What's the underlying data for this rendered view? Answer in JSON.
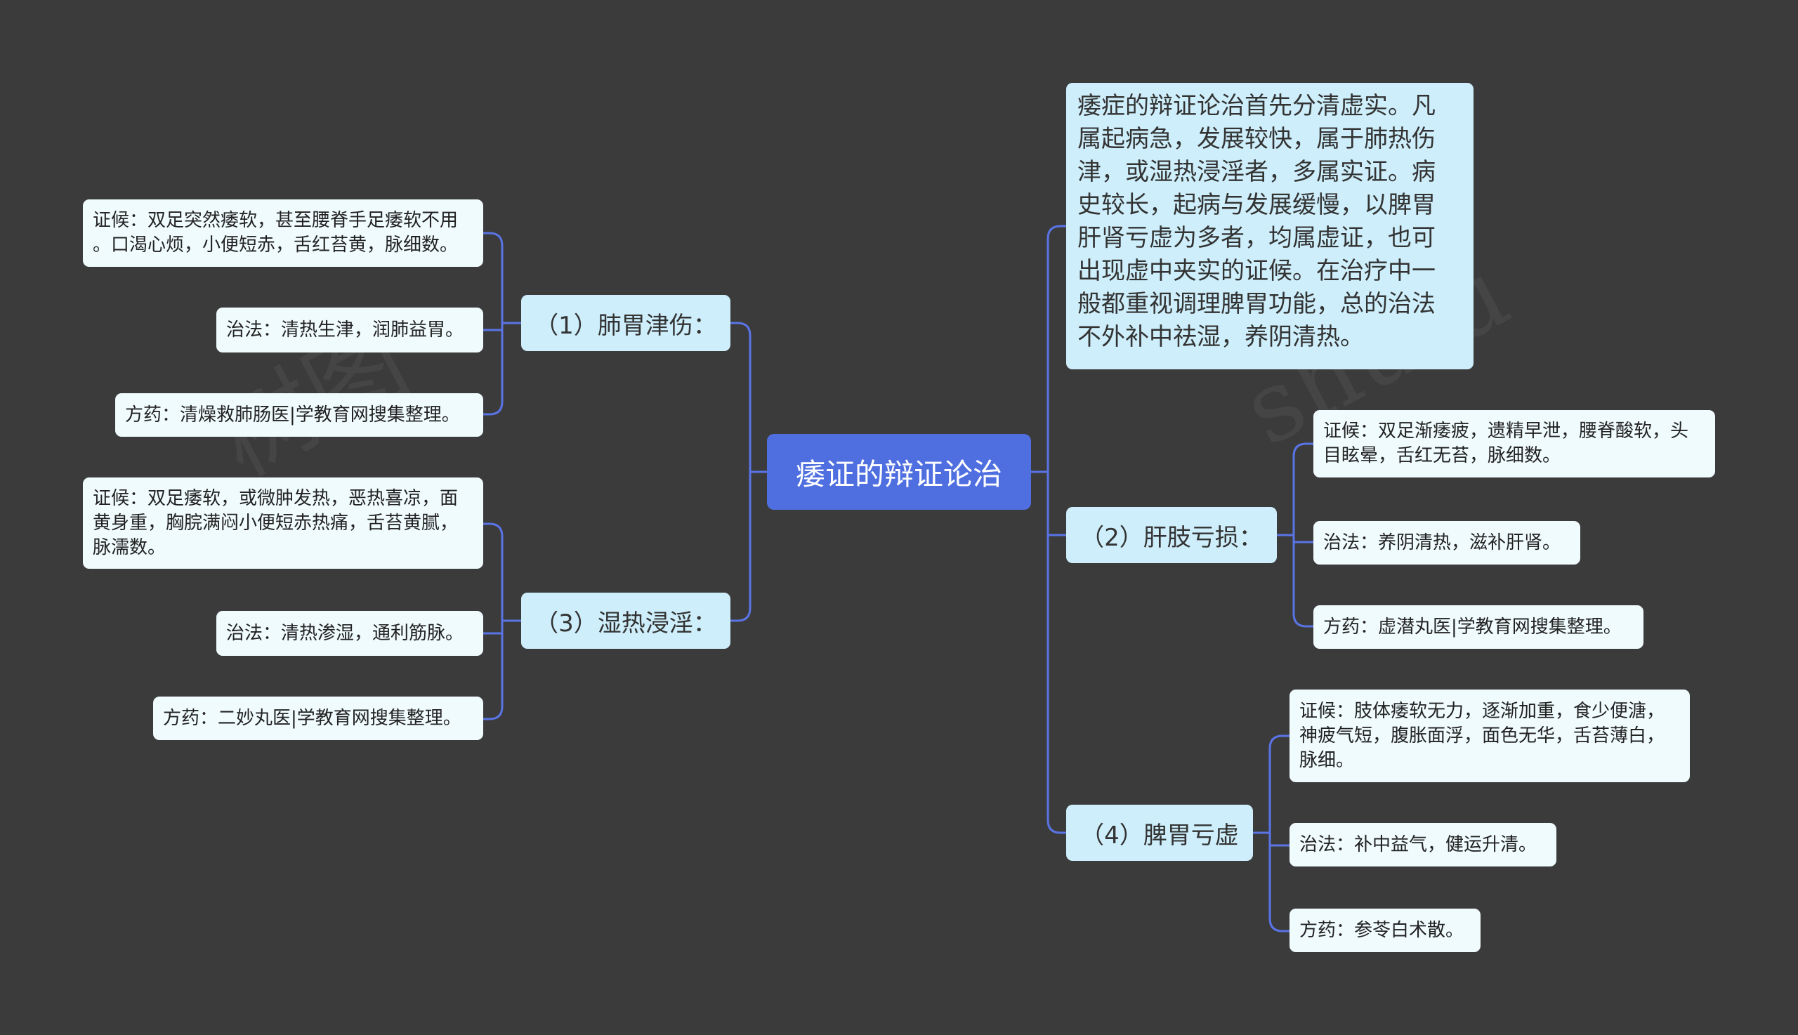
{
  "root": {
    "label": "痿证的辩证论治"
  },
  "summary": {
    "lines": [
      "痿症的辩证论治首先分清虚实。凡",
      "属起病急，发展较快，属于肺热伤",
      "津，或湿热浸淫者，多属实证。病",
      "史较长，起病与发展缓慢，以脾胃",
      "肝肾亏虚为多者，均属虚证，也可",
      "出现虚中夹实的证候。在治疗中一",
      "般都重视调理脾胃功能，总的治法",
      "不外补中祛湿，养阴清热。"
    ]
  },
  "branches": [
    {
      "label": "（1）肺胃津伤：",
      "children": [
        {
          "lines": [
            "证候：双足突然痿软，甚至腰脊手足痿软不用",
            "。口渴心烦，小便短赤，舌红苔黄，脉细数。"
          ]
        },
        {
          "lines": [
            "治法：清热生津，润肺益胃。"
          ]
        },
        {
          "lines": [
            "方药：清燥救肺肠医|学教育网搜集整理。"
          ]
        }
      ]
    },
    {
      "label": "（3）湿热浸淫：",
      "children": [
        {
          "lines": [
            "证候：双足痿软，或微肿发热，恶热喜凉，面",
            "黄身重，胸脘满闷小便短赤热痛，舌苔黄腻，",
            "脉濡数。"
          ]
        },
        {
          "lines": [
            "治法：清热渗湿，通利筋脉。"
          ]
        },
        {
          "lines": [
            "方药：二妙丸医|学教育网搜集整理。"
          ]
        }
      ]
    },
    {
      "label": "（2）肝肢亏损：",
      "children": [
        {
          "lines": [
            "证候：双足渐痿疲，遗精早泄，腰脊酸软，头",
            "目眩晕，舌红无苔，脉细数。"
          ]
        },
        {
          "lines": [
            "治法：养阴清热，滋补肝肾。"
          ]
        },
        {
          "lines": [
            "方药：虚潜丸医|学教育网搜集整理。"
          ]
        }
      ]
    },
    {
      "label": "（4）脾胃亏虚",
      "children": [
        {
          "lines": [
            "证候：肢体痿软无力，逐渐加重，食少便溏，",
            "神疲气短，腹胀面浮，面色无华，舌苔薄白，",
            "脉细。"
          ]
        },
        {
          "lines": [
            "治法：补中益气，健运升清。"
          ]
        },
        {
          "lines": [
            "方药：参苓白术散。"
          ]
        }
      ]
    }
  ],
  "colors": {
    "background": "#3b3b3c",
    "root": "#4f6fe0",
    "branch": "#cdeefa",
    "leaf": "#f0fbfd",
    "connector": "#5a74e6"
  }
}
